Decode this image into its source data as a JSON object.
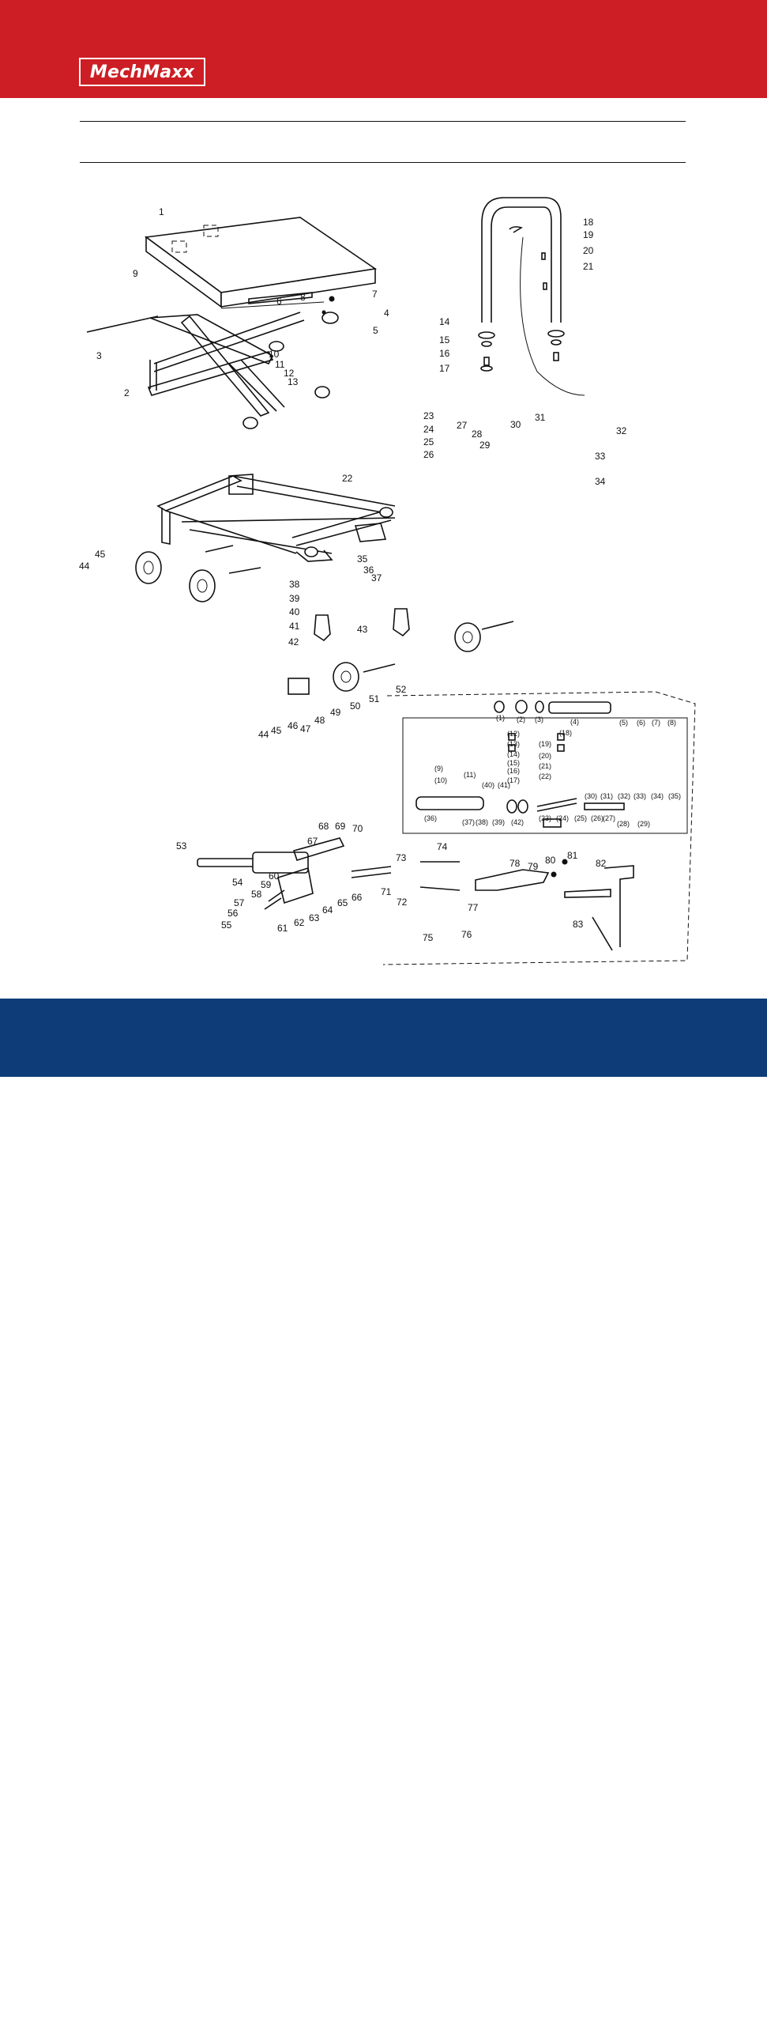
{
  "header": {
    "brand": "MechMaxx",
    "brand_color": "#cc1e24",
    "section_title": ""
  },
  "diagram": {
    "main_labels": [
      "1",
      "2",
      "3",
      "4",
      "5",
      "6",
      "7",
      "8",
      "9",
      "10",
      "11",
      "12",
      "13",
      "14",
      "15",
      "16",
      "17",
      "18",
      "19",
      "20",
      "21",
      "22",
      "23",
      "24",
      "25",
      "26",
      "27",
      "28",
      "29",
      "30",
      "31",
      "32",
      "33",
      "34",
      "35",
      "36",
      "37",
      "38",
      "39",
      "40",
      "41",
      "42",
      "43",
      "44",
      "45",
      "46",
      "47",
      "48",
      "49",
      "50",
      "51",
      "52",
      "53",
      "54",
      "55",
      "56",
      "57",
      "58",
      "59",
      "60",
      "61",
      "62",
      "63",
      "64",
      "65",
      "66",
      "67",
      "68",
      "69",
      "70",
      "71",
      "72",
      "73",
      "74",
      "75",
      "76",
      "77",
      "78",
      "79",
      "80",
      "81",
      "82",
      "83"
    ],
    "extra_labels": [
      "44",
      "45"
    ],
    "pump_labels": [
      "(1)",
      "(2)",
      "(3)",
      "(4)",
      "(5)",
      "(6)",
      "(7)",
      "(8)",
      "(9)",
      "(10)",
      "(11)",
      "(12)",
      "(13)",
      "(14)",
      "(15)",
      "(16)",
      "(17)",
      "(18)",
      "(19)",
      "(20)",
      "(21)",
      "(22)",
      "(23)",
      "(24)",
      "(25)",
      "(26)",
      "(27)",
      "(28)",
      "(29)",
      "(30)",
      "(31)",
      "(32)",
      "(33)",
      "(34)",
      "(35)",
      "(36)",
      "(37)",
      "(38)",
      "(39)",
      "(40)",
      "(41)",
      "(42)"
    ]
  },
  "footer": {
    "band_color": "#0d3c78",
    "page_number": ""
  }
}
